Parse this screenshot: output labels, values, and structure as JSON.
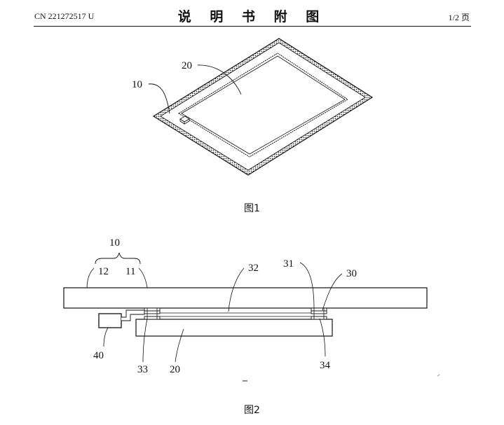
{
  "header": {
    "pub_number": "CN 221272517 U",
    "title": "说 明 书 附 图",
    "page": "1/2 页"
  },
  "figure1": {
    "caption": "图1",
    "labels": {
      "outer_panel": "10",
      "inner_panel": "20"
    }
  },
  "figure2": {
    "caption": "图2",
    "labels": {
      "assembly": "10",
      "part_12": "12",
      "part_11": "11",
      "part_32": "32",
      "part_31": "31",
      "part_30": "30",
      "part_40": "40",
      "part_33": "33",
      "part_20": "20",
      "part_34": "34"
    }
  }
}
